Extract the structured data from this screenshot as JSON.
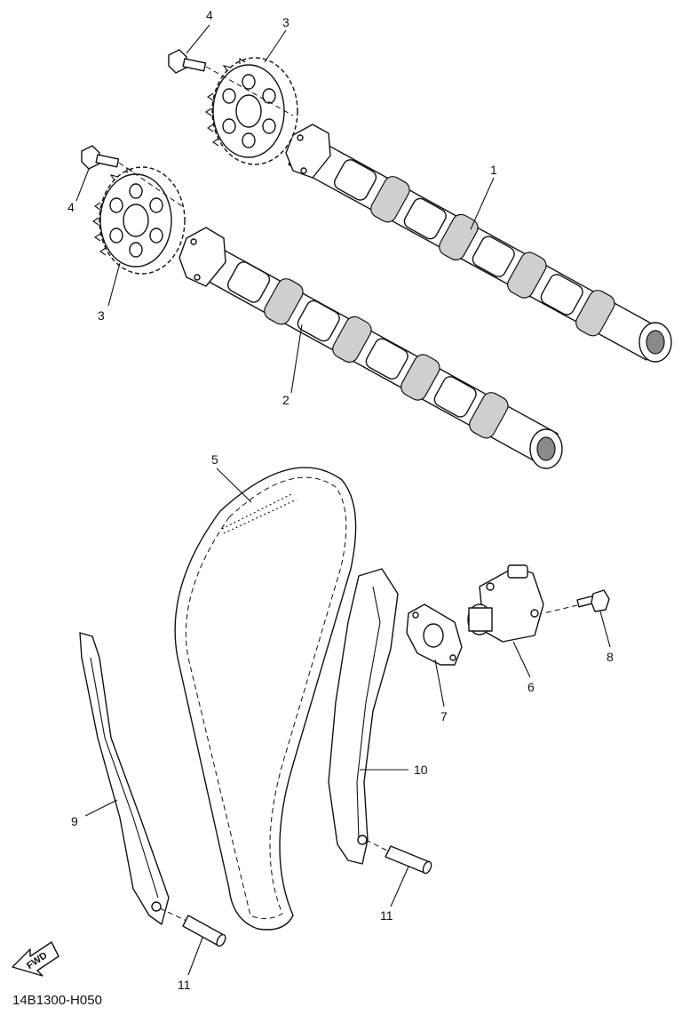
{
  "diagram_code": "14B1300-H050",
  "fwd_label": "FWD",
  "callouts": {
    "c1": "1",
    "c2": "2",
    "c3a": "3",
    "c3b": "3",
    "c4a": "4",
    "c4b": "4",
    "c5": "5",
    "c6": "6",
    "c7": "7",
    "c8": "8",
    "c9": "9",
    "c10": "10",
    "c11a": "11",
    "c11b": "11"
  }
}
